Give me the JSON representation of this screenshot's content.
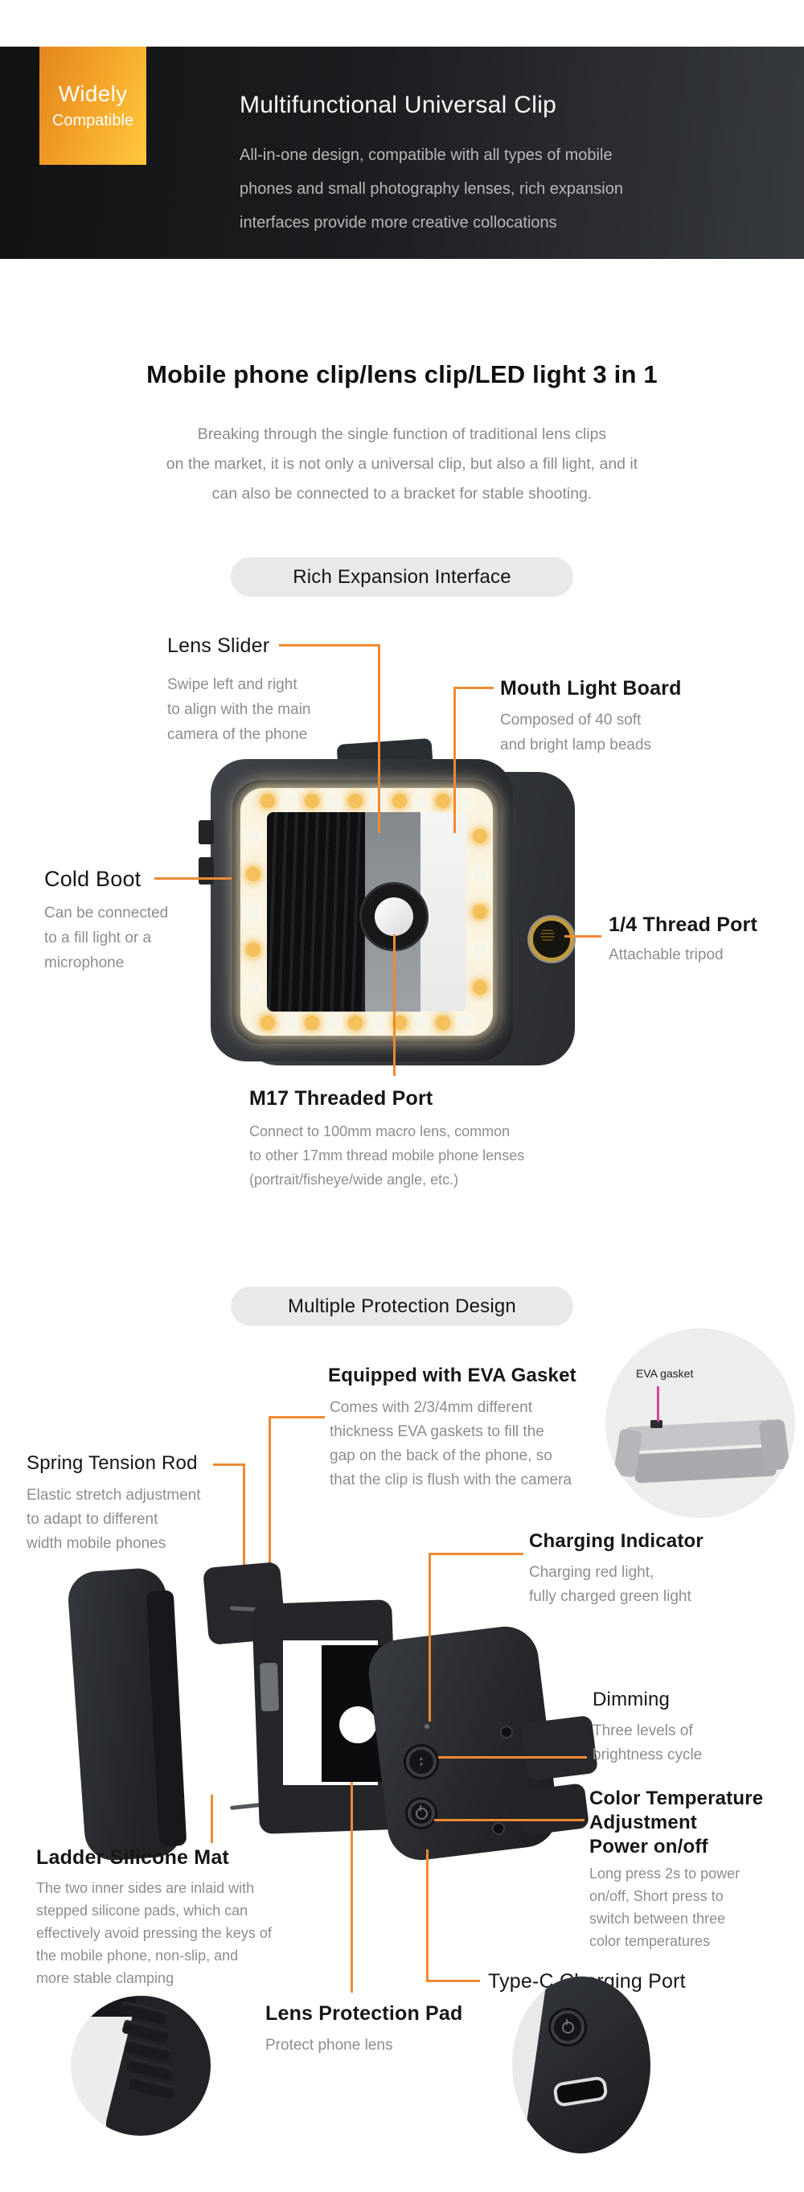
{
  "colors": {
    "accent": "#ee8a33",
    "magenta": "#d8439b",
    "header_bg": "#1c1d20",
    "badge_from": "#e2861e",
    "badge_to": "#ffc93e",
    "pill_bg": "#e9e9e9"
  },
  "badge": {
    "line1": "Widely",
    "line2": "Compatible"
  },
  "header": {
    "title": "Multifunctional Universal Clip",
    "desc": [
      "All-in-one design, compatible with all types of mobile",
      "phones and small photography lenses, rich expansion",
      "interfaces provide more creative collocations"
    ]
  },
  "s1": {
    "title": "Mobile phone clip/lens clip/LED light 3 in 1",
    "subtitle": [
      "Breaking through the single function of traditional lens clips",
      "on the market, it is not only a universal clip, but also a fill light, and it",
      "can also be connected to a bracket for stable shooting."
    ],
    "pill": "Rich Expansion Interface",
    "lens_slider": {
      "title": "Lens Slider",
      "desc": [
        "Swipe left and right",
        "to align with the main",
        "camera of the phone"
      ]
    },
    "mouth_light_board": {
      "title": "Mouth Light Board",
      "desc": [
        "Composed of 40 soft",
        "and bright lamp beads"
      ]
    },
    "cold_boot": {
      "title": "Cold Boot",
      "desc": [
        "Can be connected",
        "to a fill light or a",
        "microphone"
      ]
    },
    "quarter_thread": {
      "title": "1/4 Thread Port",
      "desc": [
        "Attachable tripod"
      ]
    },
    "m17": {
      "title": "M17 Threaded Port",
      "desc": [
        "Connect to 100mm macro lens, common",
        "to other 17mm thread mobile phone lenses",
        "(portrait/fisheye/wide angle, etc.)"
      ]
    }
  },
  "s2": {
    "pill": "Multiple Protection Design",
    "eva": {
      "title": "Equipped with EVA Gasket",
      "desc": [
        "Comes with 2/3/4mm different",
        "thickness EVA gaskets to fill the",
        "gap on the back of the phone, so",
        "that the clip is flush with the camera"
      ],
      "circle_label": "EVA gasket"
    },
    "spring": {
      "title": "Spring Tension Rod",
      "desc": [
        "Elastic stretch adjustment",
        "to adapt to different",
        "width mobile phones"
      ]
    },
    "charging": {
      "title": "Charging Indicator",
      "desc": [
        "Charging red light,",
        "fully charged green light"
      ]
    },
    "dimming": {
      "title": "Dimming",
      "desc": [
        "Three levels of",
        "brightness cycle"
      ]
    },
    "color_temp": {
      "title": [
        "Color Temperature",
        "Adjustment",
        "Power on/off"
      ],
      "desc": [
        "Long press 2s to power",
        "on/off, Short press to",
        "switch between three",
        "color temperatures"
      ]
    },
    "ladder": {
      "title": "Ladder Silicone Mat",
      "desc": [
        "The two inner sides are inlaid with",
        "stepped silicone pads, which can",
        "effectively avoid pressing the keys of",
        "the mobile phone, non-slip, and",
        "more stable clamping"
      ]
    },
    "lens_pad": {
      "title": "Lens Protection Pad",
      "desc": [
        "Protect phone lens"
      ]
    },
    "typec": {
      "title": "Type-C Charging Port"
    }
  }
}
